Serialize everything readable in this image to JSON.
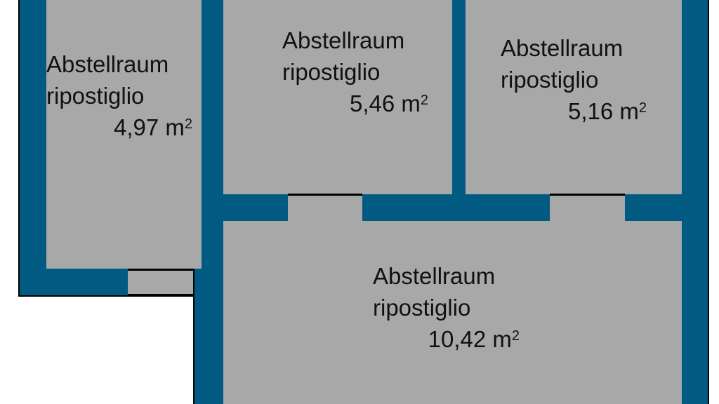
{
  "colors": {
    "wall": "#005a82",
    "room": "#a8a8a8",
    "door_line": "#000000"
  },
  "rooms": [
    {
      "name_de": "Abstellraum",
      "name_it": "ripostiglio",
      "area": "4,97",
      "unit": "m",
      "exp": "2"
    },
    {
      "name_de": "Abstellraum",
      "name_it": "ripostiglio",
      "area": "5,46",
      "unit": "m",
      "exp": "2"
    },
    {
      "name_de": "Abstellraum",
      "name_it": "ripostiglio",
      "area": "5,16",
      "unit": "m",
      "exp": "2"
    },
    {
      "name_de": "Abstellraum",
      "name_it": "ripostiglio",
      "area": "10,42",
      "unit": "m",
      "exp": "2"
    }
  ]
}
